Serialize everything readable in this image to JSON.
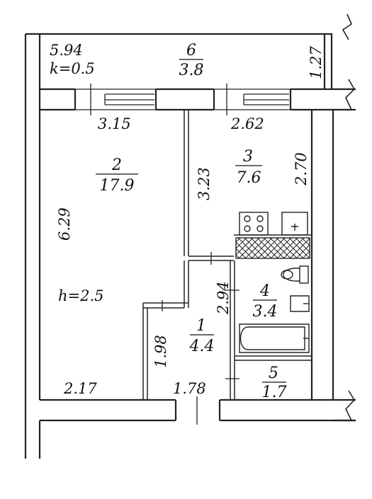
{
  "colors": {
    "wall": "#222222",
    "line": "#111111",
    "paper": "#ffffff"
  },
  "balcony": {
    "room_number": "6",
    "area": "3.8",
    "length": "5.94",
    "coefficient": "k=0.5",
    "depth": "1.27"
  },
  "rooms": [
    {
      "id": "room-2",
      "number": "2",
      "area": "17.9"
    },
    {
      "id": "room-3",
      "number": "3",
      "area": "7.6"
    },
    {
      "id": "room-1",
      "number": "1",
      "area": "4.4"
    },
    {
      "id": "room-4",
      "number": "4",
      "area": "3.4"
    },
    {
      "id": "room-5",
      "number": "5",
      "area": "1.7"
    }
  ],
  "dimensions": {
    "room2_width_top": "3.15",
    "room2_width_bottom": "2.17",
    "room2_height": "6.29",
    "room3_width": "2.62",
    "room3_height_left": "3.23",
    "room3_height_right": "2.70",
    "corridor_height": "2.94",
    "corridor_width": "1.78",
    "corridor_depth": "1.98"
  },
  "ceiling_height": "h=2.5"
}
